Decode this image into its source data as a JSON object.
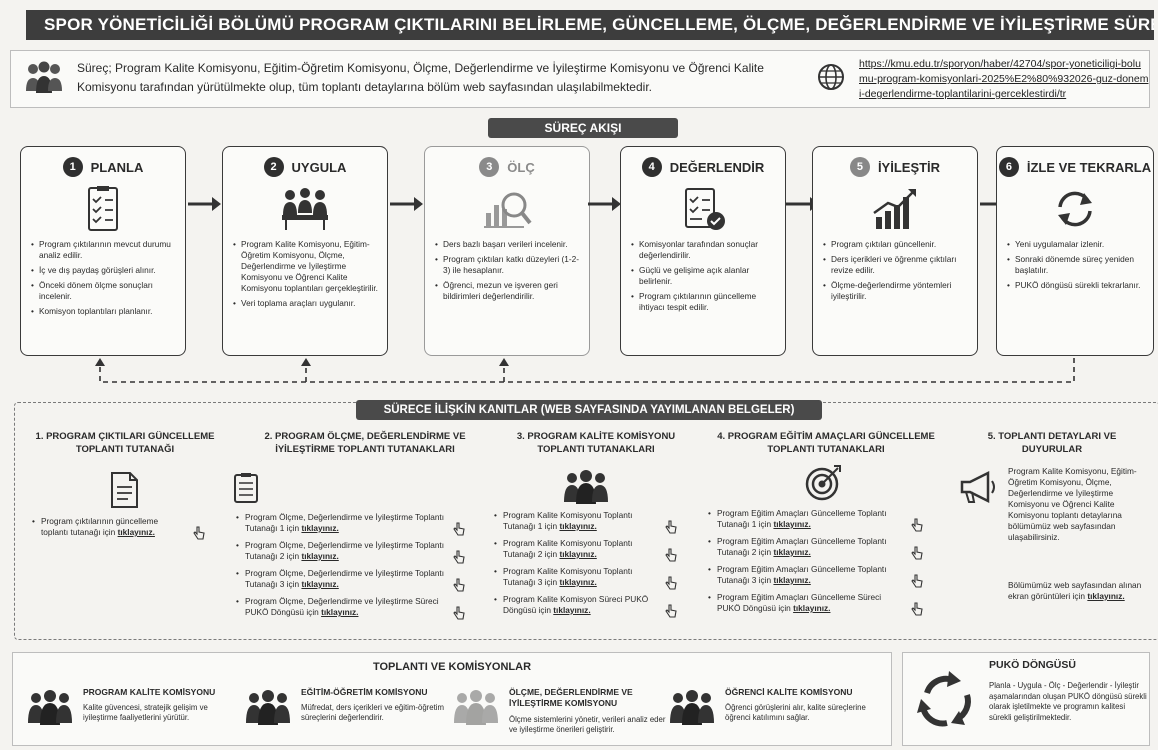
{
  "header": {
    "title": "SPOR YÖNETİCİLİĞİ BÖLÜMÜ PROGRAM ÇIKTILARINI BELİRLEME, GÜNCELLEME, ÖLÇME, DEĞERLENDİRME VE İYİLEŞTİRME SÜRECİ"
  },
  "intro": {
    "text": "Süreç; Program Kalite Komisyonu, Eğitim-Öğretim Komisyonu, Ölçme, Değerlendirme ve İyileştirme Komisyonu ve Öğrenci Kalite Komisyonu tarafından yürütülmekte olup, tüm toplantı detaylarına bölüm web sayfasından ulaşılabilmektedir.",
    "link": "https://kmu.edu.tr/sporyon/haber/42704/spor-yoneticiligi-bolumu-program-komisyonlari-2025%E2%80%932026-guz-donemi-degerlendirme-toplantilarini-gerceklestirdi/tr"
  },
  "flow": {
    "label": "SÜREÇ AKIŞI",
    "steps": [
      {
        "num": "1",
        "title": "PLANLA",
        "icon": "checklist-icon",
        "items": [
          "Program çıktılarının mevcut durumu analiz edilir.",
          "İç ve dış paydaş görüşleri alınır.",
          "Önceki dönem ölçme sonuçları incelenir.",
          "Komisyon toplantıları planlanır."
        ]
      },
      {
        "num": "2",
        "title": "UYGULA",
        "icon": "meeting-icon",
        "items": [
          "Program Kalite Komisyonu, Eğitim-Öğretim Komisyonu, Ölçme, Değerlendirme ve İyileştirme Komisyonu ve Öğrenci Kalite Komisyonu toplantıları gerçekleştirilir.",
          "Veri toplama araçları uygulanır."
        ]
      },
      {
        "num": "3",
        "title": "ÖLÇ",
        "icon": "analysis-icon",
        "items": [
          "Ders bazlı başarı verileri incelenir.",
          "Program çıktıları katkı düzeyleri (1-2-3) ile hesaplanır.",
          "Öğrenci, mezun ve işveren geri bildirimleri değerlendirilir."
        ]
      },
      {
        "num": "4",
        "title": "DEĞERLENDİR",
        "icon": "evaluate-icon",
        "items": [
          "Komisyonlar tarafından sonuçlar değerlendirilir.",
          "Güçlü ve gelişime açık alanlar belirlenir.",
          "Program çıktılarının güncelleme ihtiyacı tespit edilir."
        ]
      },
      {
        "num": "5",
        "title": "İYİLEŞTİR",
        "icon": "growth-chart-icon",
        "items": [
          "Program çıktıları güncellenir.",
          "Ders içerikleri ve öğrenme çıktıları revize edilir.",
          "Ölçme-değerlendirme yöntemleri iyileştirilir."
        ]
      },
      {
        "num": "6",
        "title": "İZLE VE TEKRARLA",
        "icon": "refresh-icon",
        "items": [
          "Yeni uygulamalar izlenir.",
          "Sonraki dönemde süreç yeniden başlatılır.",
          "PUKÖ döngüsü sürekli tekrarlanır."
        ]
      }
    ]
  },
  "evidence": {
    "label": "SÜRECE İLİŞKİN KANITLAR (WEB SAYFASINDA YAYIMLANAN BELGELER)",
    "click": "tıklayınız.",
    "col1": {
      "title": "1. PROGRAM ÇIKTILARI GÜNCELLEME TOPLANTI TUTANAĞI",
      "items": [
        "Program çıktılarının güncelleme toplantı tutanağı için"
      ]
    },
    "col2": {
      "title": "2. PROGRAM ÖLÇME, DEĞERLENDİRME VE İYİLEŞTİRME TOPLANTI TUTANAKLARI",
      "items": [
        "Program Ölçme, Değerlendirme ve İyileştirme Toplantı Tutanağı 1 için",
        "Program Ölçme, Değerlendirme ve İyileştirme Toplantı Tutanağı 2 için",
        "Program Ölçme, Değerlendirme ve İyileştirme Toplantı Tutanağı 3 için",
        "Program Ölçme, Değerlendirme ve İyileştirme Süreci PUKÖ Döngüsü için"
      ]
    },
    "col3": {
      "title": "3. PROGRAM KALİTE KOMİSYONU TOPLANTI TUTANAKLARI",
      "items": [
        "Program Kalite Komisyonu Toplantı Tutanağı 1 için",
        "Program Kalite Komisyonu Toplantı Tutanağı 2 için",
        "Program Kalite Komisyonu Toplantı Tutanağı 3 için",
        "Program Kalite Komisyon Süreci PUKÖ Döngüsü için"
      ]
    },
    "col4": {
      "title": "4. PROGRAM EĞİTİM AMAÇLARI GÜNCELLEME TOPLANTI TUTANAKLARI",
      "items": [
        "Program Eğitim Amaçları Güncelleme Toplantı Tutanağı 1 için",
        "Program Eğitim Amaçları Güncelleme Toplantı Tutanağı 2 için",
        "Program Eğitim Amaçları Güncelleme Toplantı Tutanağı 3 için",
        "Program Eğitim Amaçları Güncelleme Süreci PUKÖ Döngüsü için"
      ]
    },
    "col5": {
      "title": "5. TOPLANTI DETAYLARI VE DUYURULAR",
      "text1": "Program Kalite Komisyonu, Eğitim-Öğretim Komisyonu, Ölçme, Değerlendirme ve İyileştirme Komisyonu ve Öğrenci Kalite Komisyonu toplantı detaylarına bölümümüz web sayfasından ulaşabilirsiniz.",
      "text2": "Bölümümüz web sayfasından alınan ekran görüntüleri için"
    }
  },
  "committees": {
    "title": "TOPLANTI VE KOMİSYONLAR",
    "items": [
      {
        "name": "PROGRAM KALİTE KOMİSYONU",
        "text": "Kalite güvencesi, stratejik gelişim ve iyileştirme faaliyetlerini yürütür."
      },
      {
        "name": "EĞİTİM-ÖĞRETİM KOMİSYONU",
        "text": "Müfredat, ders içerikleri ve eğitim-öğretim süreçlerini değerlendirir."
      },
      {
        "name": "ÖLÇME, DEĞERLENDİRME VE İYİLEŞTİRME KOMİSYONU",
        "text": "Ölçme sistemlerini yönetir, verileri analiz eder ve iyileştirme önerileri geliştirir."
      },
      {
        "name": "ÖĞRENCİ KALİTE KOMİSYONU",
        "text": "Öğrenci görüşlerini alır, kalite süreçlerine öğrenci katılımını sağlar."
      }
    ]
  },
  "puko": {
    "title": "PUKÖ DÖNGÜSÜ",
    "text": "Planla - Uygula - Ölç - Değerlendir - İyileştir aşamalarından oluşan PUKÖ döngüsü sürekli olarak işletilmekte ve programın kalitesi sürekli geliştirilmektedir."
  }
}
